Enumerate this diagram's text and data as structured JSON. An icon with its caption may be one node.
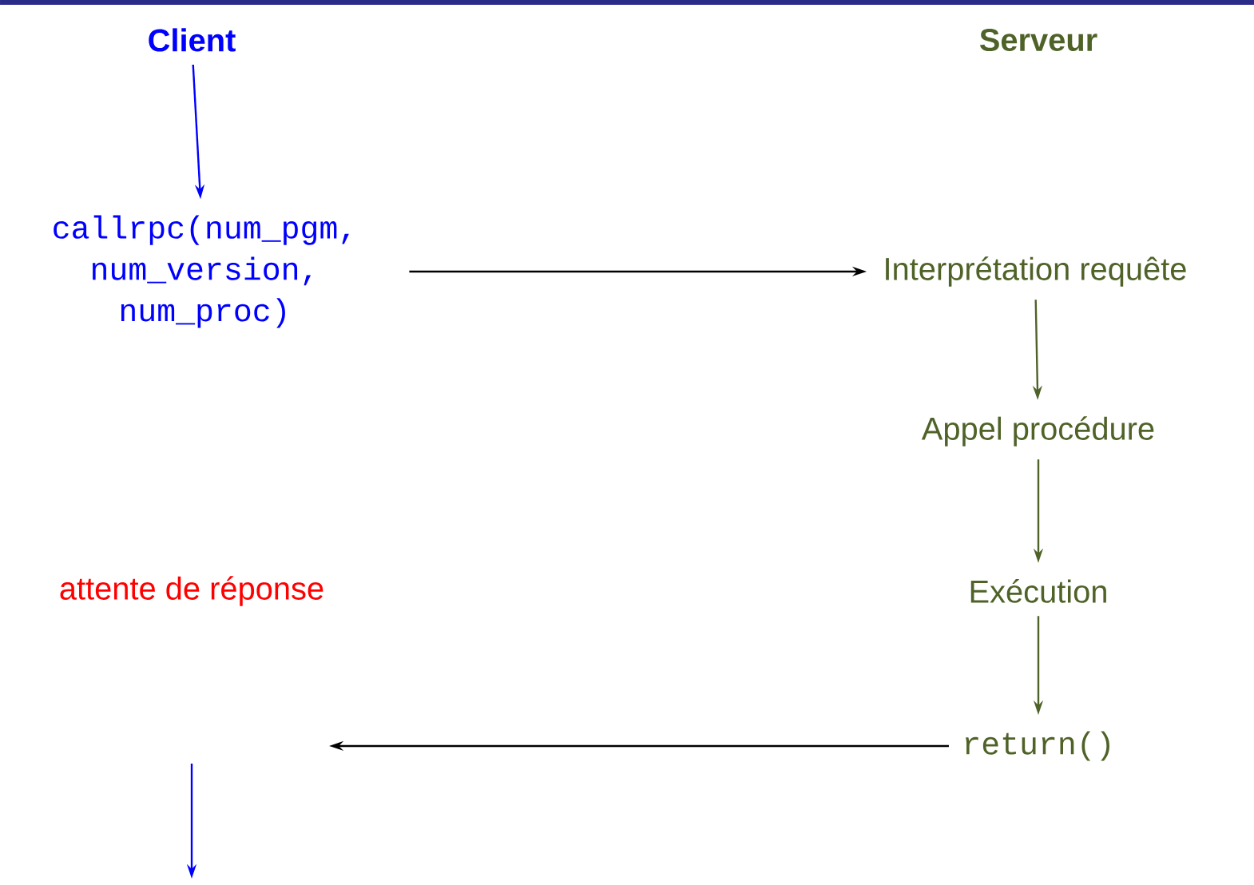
{
  "diagram": {
    "nodes": [
      {
        "text": [
          "Client"
        ]
      },
      {
        "text": [
          "callrpc(num_pgm, num_version, num_proc)"
        ]
      },
      {
        "text": [
          "Serveur"
        ]
      },
      {
        "text": [
          "Interprétation requête"
        ]
      },
      {
        "text": [
          "Appel procédure"
        ]
      },
      {
        "text": [
          "Exécution"
        ]
      },
      {
        "text": [
          "return()"
        ]
      }
    ],
    "edges": [
      {
        "from": 0,
        "to": 1,
        "arrow": "to",
        "color": "#0000ff"
      },
      {
        "from": 1,
        "to": 3,
        "arrow": "to",
        "color": "#000000"
      },
      {
        "from": 3,
        "to": 4,
        "arrow": "to"
      },
      {
        "from": 4,
        "to": 5,
        "arrow": "to"
      },
      {
        "from": 5,
        "to": 6,
        "arrow": "to"
      },
      {
        "from": 6,
        "to": null,
        "arrow": "to",
        "color": "#000000"
      }
    ],
    "labels": [
      "attente de réponse"
    ]
  }
}
